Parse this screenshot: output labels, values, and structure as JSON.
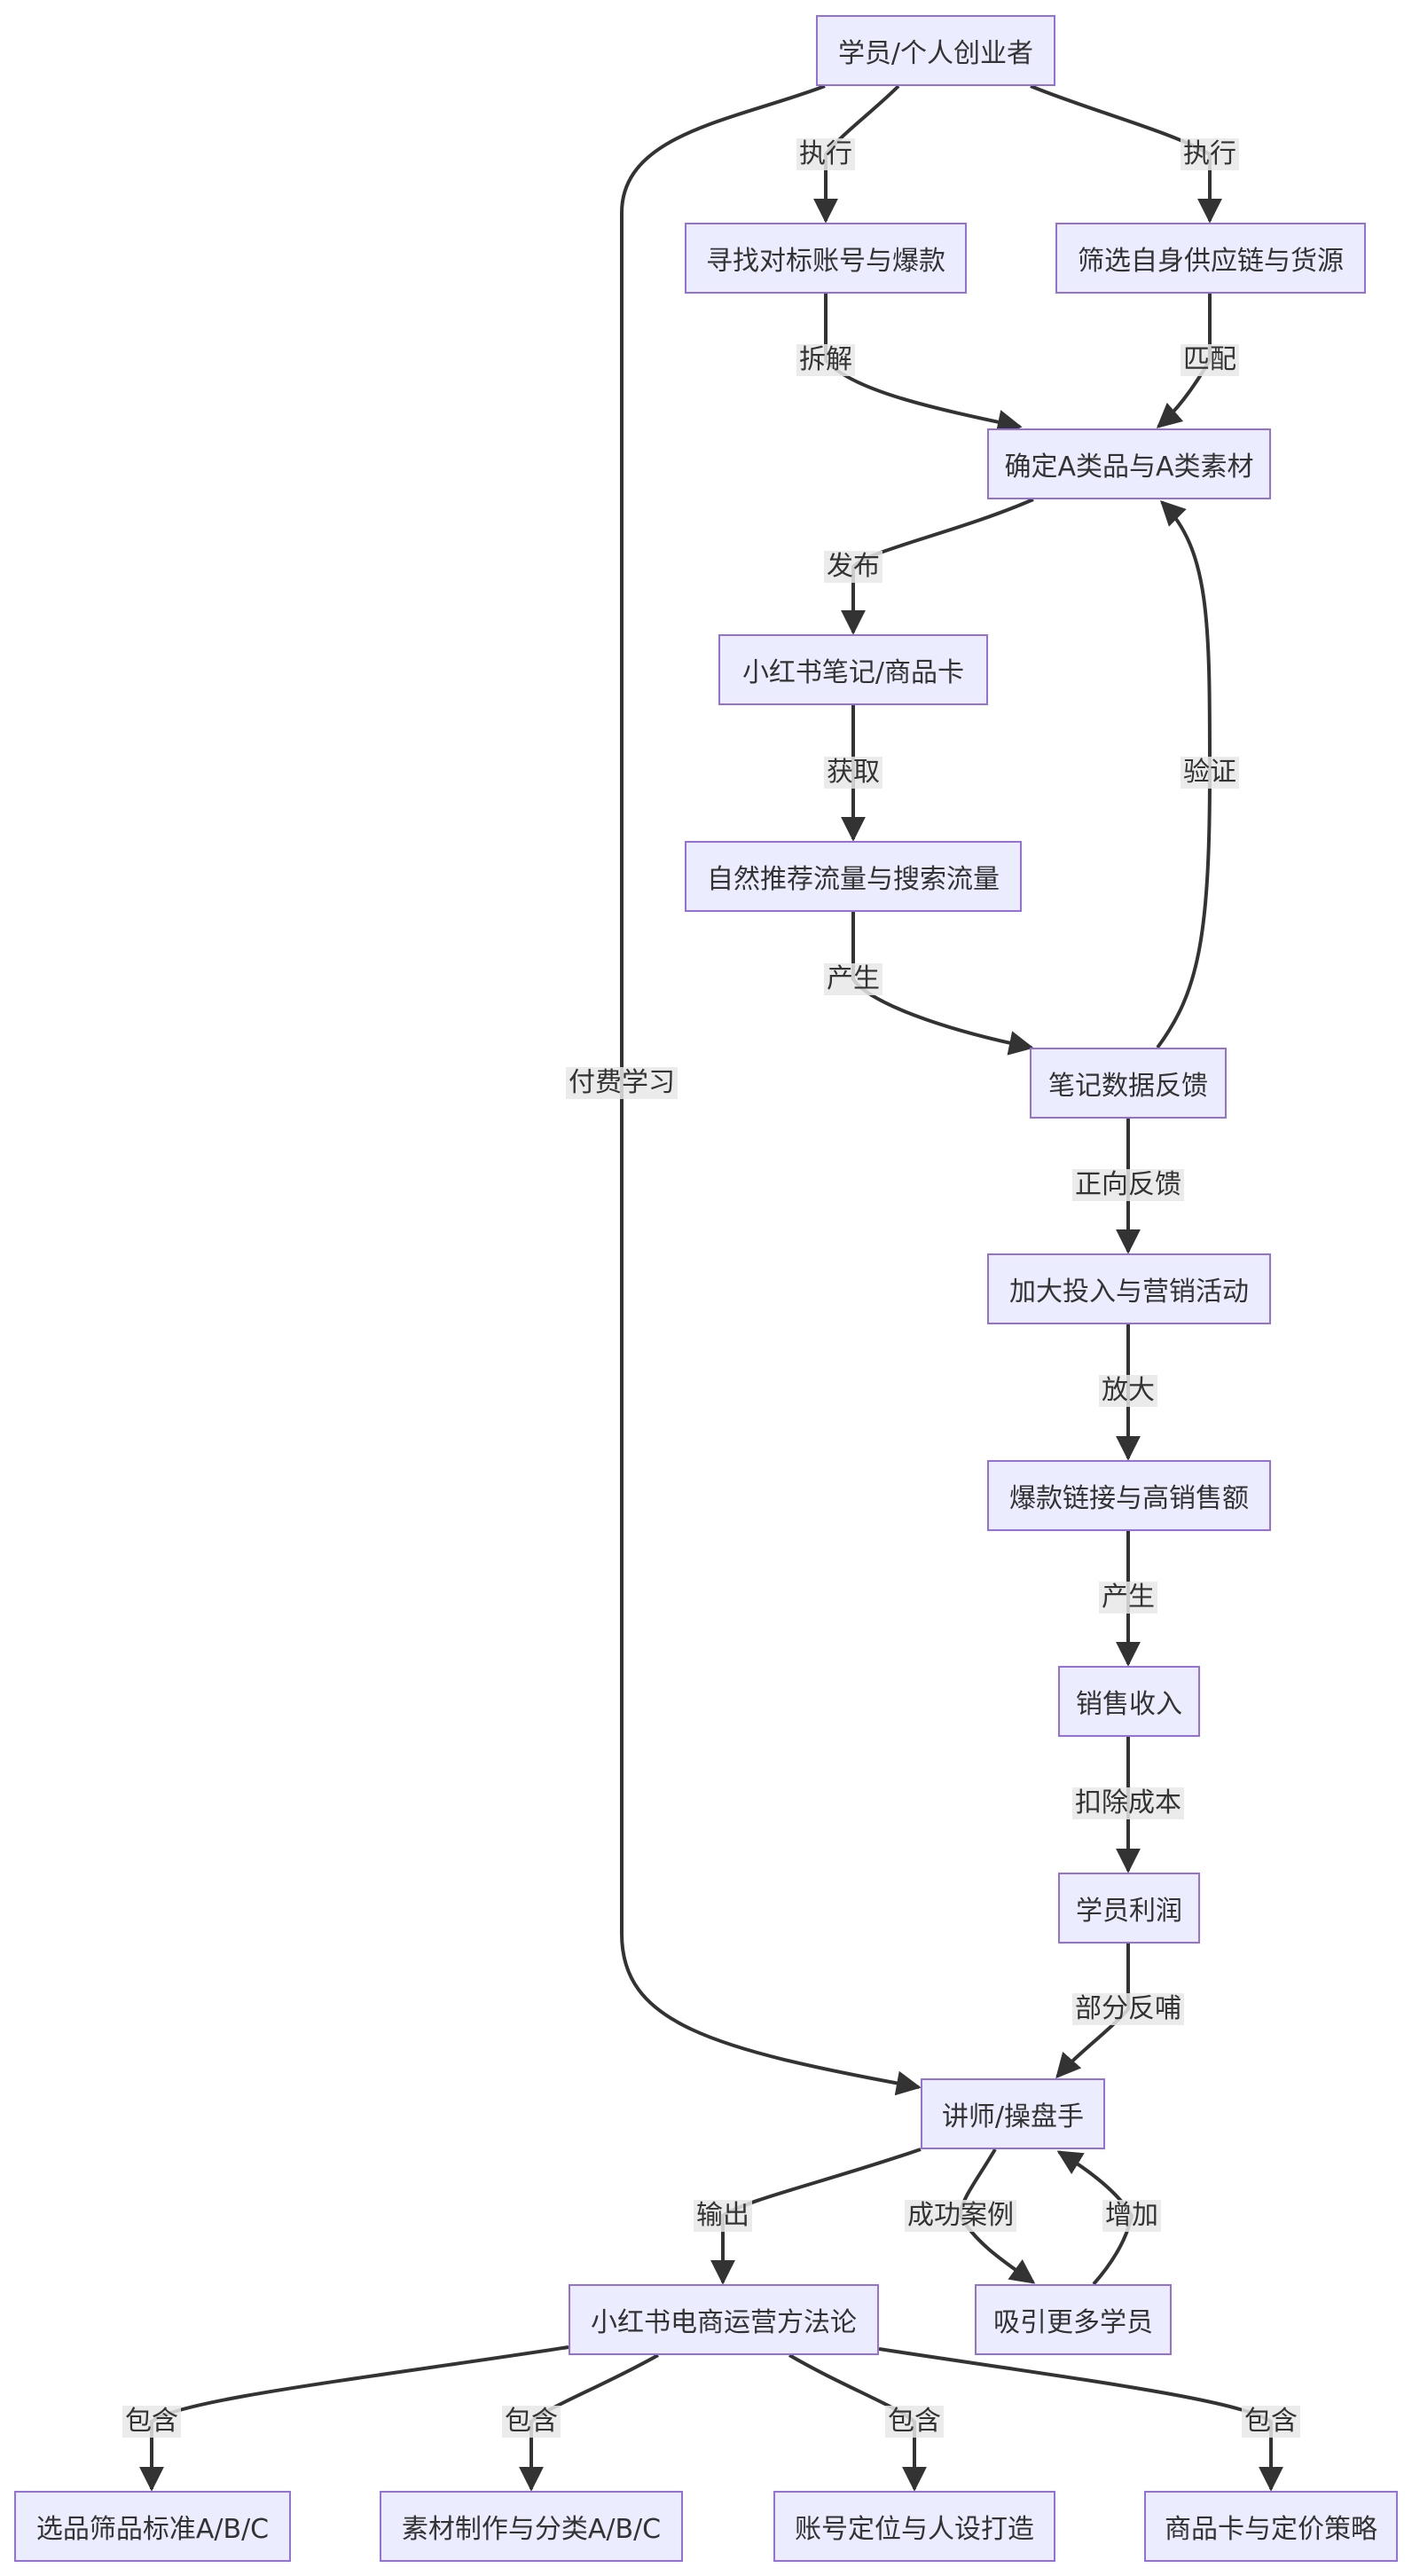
{
  "diagram": {
    "nodes": {
      "student": "学员/个人创业者",
      "find_benchmark": "寻找对标账号与爆款",
      "screen_supply": "筛选自身供应链与货源",
      "confirm_a": "确定A类品与A类素材",
      "xhs_note": "小红书笔记/商品卡",
      "traffic": "自然推荐流量与搜索流量",
      "note_feedback": "笔记数据反馈",
      "increase_invest": "加大投入与营销活动",
      "hot_link": "爆款链接与高销售额",
      "sales_revenue": "销售收入",
      "student_profit": "学员利润",
      "lecturer": "讲师/操盘手",
      "methodology": "小红书电商运营方法论",
      "attract_students": "吸引更多学员",
      "selection_standard": "选品筛品标准A/B/C",
      "material_making": "素材制作与分类A/B/C",
      "account_position": "账号定位与人设打造",
      "product_card": "商品卡与定价策略"
    },
    "edges": {
      "execute_1": "执行",
      "execute_2": "执行",
      "paid_learning": "付费学习",
      "disassemble": "拆解",
      "match": "匹配",
      "publish": "发布",
      "acquire": "获取",
      "produce_1": "产生",
      "verify": "验证",
      "positive_feedback": "正向反馈",
      "amplify": "放大",
      "produce_2": "产生",
      "deduct_cost": "扣除成本",
      "partial_return": "部分反哺",
      "output": "输出",
      "success_case": "成功案例",
      "increase": "增加",
      "include_1": "包含",
      "include_2": "包含",
      "include_3": "包含",
      "include_4": "包含"
    }
  },
  "colors": {
    "node_fill": "#ececff",
    "node_border": "#9370db",
    "edge": "#333333",
    "text": "#333333",
    "label_bg": "#e8e8e8"
  }
}
